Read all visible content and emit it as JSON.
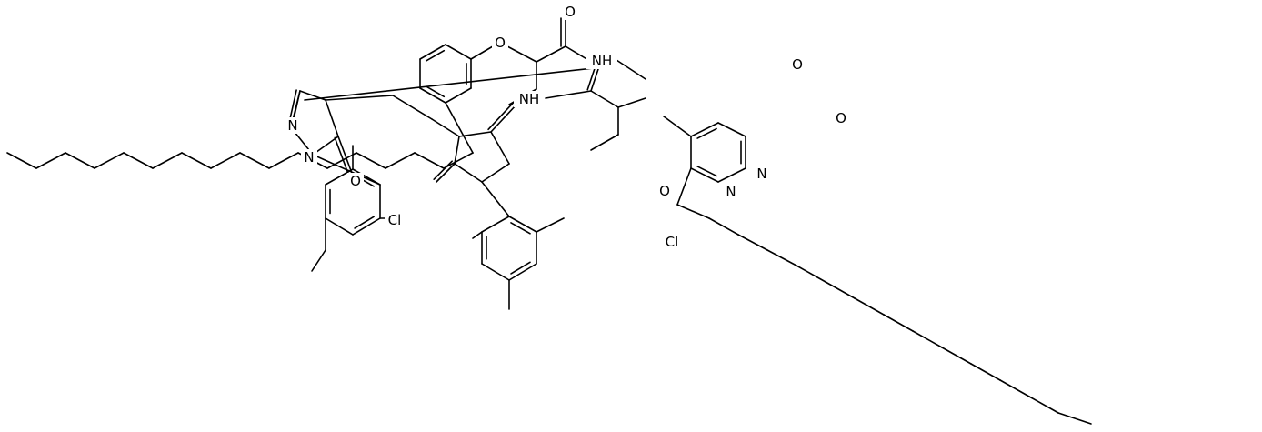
{
  "atoms": [
    {
      "id": "a1",
      "label": "O"
    },
    {
      "id": "a2",
      "label": "O"
    },
    {
      "id": "a3",
      "label": "NH"
    },
    {
      "id": "a4",
      "label": "N"
    },
    {
      "id": "a5",
      "label": "N"
    },
    {
      "id": "a6",
      "label": "O"
    },
    {
      "id": "a7",
      "label": "Cl"
    },
    {
      "id": "a8",
      "label": "NH"
    },
    {
      "id": "a9",
      "label": "O"
    },
    {
      "id": "a10",
      "label": "O"
    },
    {
      "id": "a11",
      "label": "N"
    },
    {
      "id": "a12",
      "label": "N"
    },
    {
      "id": "a13",
      "label": "O"
    },
    {
      "id": "a14",
      "label": "Cl"
    }
  ],
  "colors": {
    "bond": "#000000",
    "label": "#000000",
    "background": "#ffffff"
  }
}
